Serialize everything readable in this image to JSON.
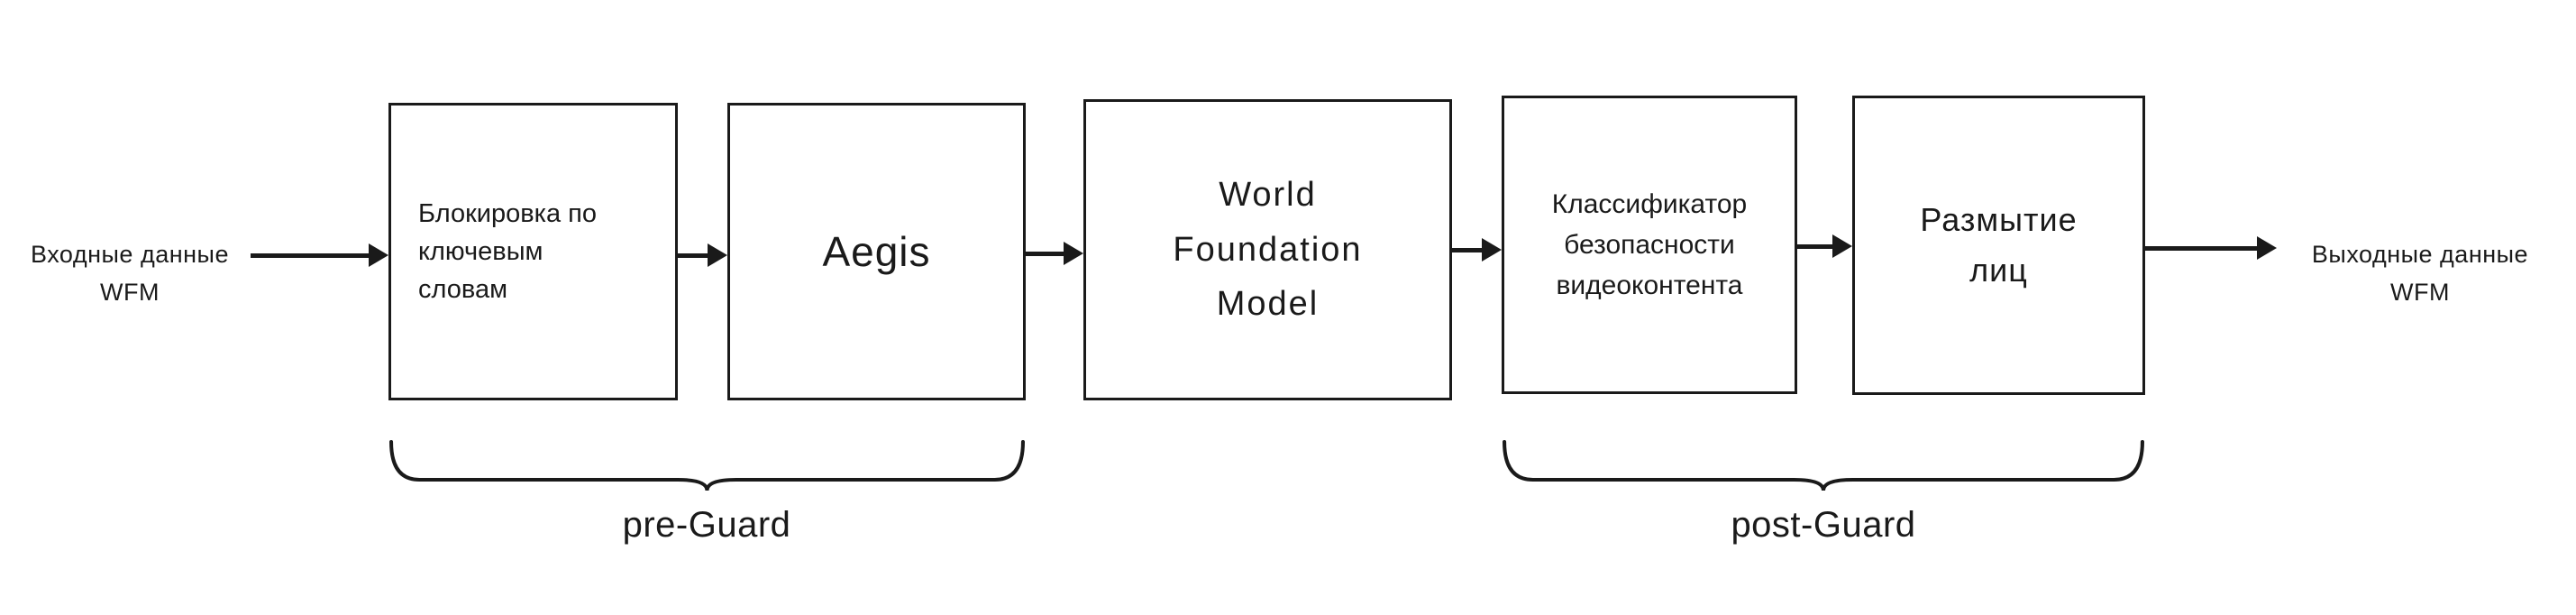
{
  "diagram": {
    "input_label": "Входные данные\nWFM",
    "output_label": "Выходные данные\nWFM",
    "boxes": {
      "keyword_blocking": "Блокировка по\nключевым\nсловам",
      "aegis": "Aegis",
      "world_foundation_model": "World\nFoundation\nModel",
      "safety_classifier": "Классификатор\nбезопасности\nвидеоконтента",
      "face_blur": "Размытие\nлиц"
    },
    "groups": {
      "pre_guard": "pre-Guard",
      "post_guard": "post-Guard"
    },
    "colors": {
      "stroke": "#1a1a1a",
      "background": "#ffffff"
    }
  }
}
